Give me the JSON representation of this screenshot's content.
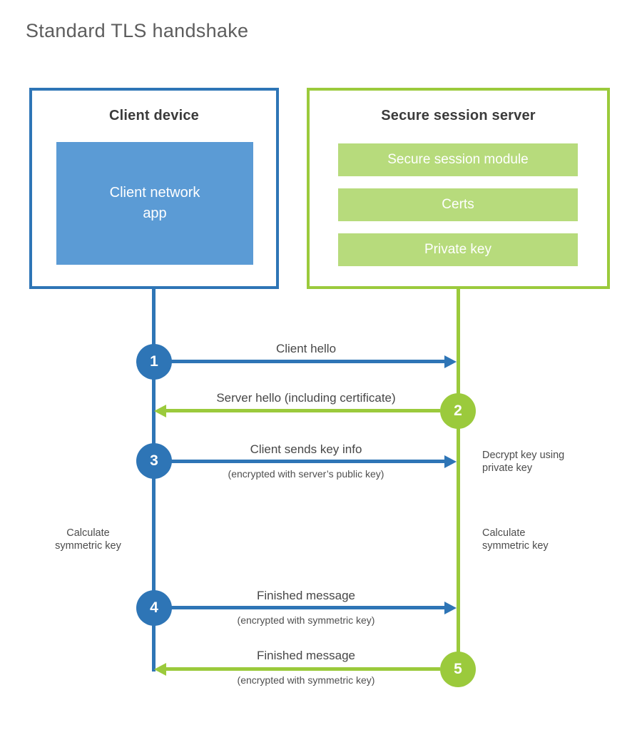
{
  "title": "Standard TLS handshake",
  "client": {
    "title": "Client device",
    "app": {
      "line1": "Client network",
      "line2": "app"
    }
  },
  "server": {
    "title": "Secure session server",
    "rows": [
      "Secure session module",
      "Certs",
      "Private key"
    ]
  },
  "steps": [
    {
      "num": "1",
      "label": "Client hello",
      "sub": "",
      "direction": "client-to-server"
    },
    {
      "num": "2",
      "label": "Server hello (including certificate)",
      "sub": "",
      "direction": "server-to-client"
    },
    {
      "num": "3",
      "label": "Client sends key info",
      "sub": "(encrypted with server’s public key)",
      "direction": "client-to-server"
    },
    {
      "num": "4",
      "label": "Finished message",
      "sub": "(encrypted with symmetric key)",
      "direction": "client-to-server"
    },
    {
      "num": "5",
      "label": "Finished message",
      "sub": "(encrypted with symmetric key)",
      "direction": "server-to-client"
    }
  ],
  "notes": {
    "decrypt": {
      "line1": "Decrypt key using",
      "line2": "private key"
    },
    "calc_left": {
      "line1": "Calculate",
      "line2": "symmetric key"
    },
    "calc_right": {
      "line1": "Calculate",
      "line2": "symmetric key"
    }
  },
  "colors": {
    "client_blue": "#2e75b6",
    "client_blue_fill": "#5b9bd5",
    "server_green": "#9bca3c",
    "server_green_fill": "#b7db7c",
    "title_gray": "#5d5d5d"
  }
}
